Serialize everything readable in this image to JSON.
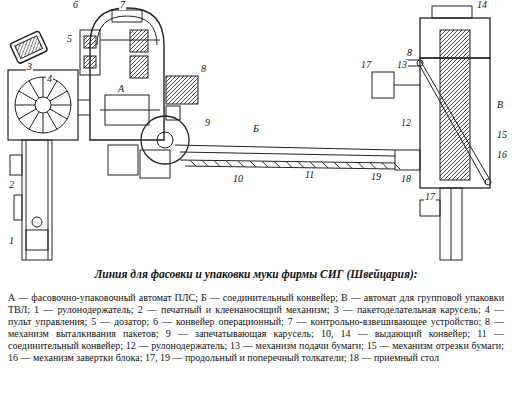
{
  "diagram": {
    "title": "Линия для фасовки и упаковки муки фирмы СИГ (Швейцария):",
    "caption": "А — фасовочно-упаковочный автомат ПЛС; Б — соединительный конвейер; В — автомат для групповой упаковки ТВЛ; 1 — рулонодержатель; 2 — печатный и клеенаносящий механизм; 3 — пакетоделательная карусель; 4 — пульт управления; 5 — дозатор; 6 — конвейер операционный; 7 — контрольно-взвешивающее устройство; 8 — механизм выталкивания пакетов; 9 — запечатывающая карусель; 10, 14 — выдающий конвейер; 11 — соединительный конвейер; 12 — рулонодержатель; 13 — механизм подачи бумаги; 15 — механизм отрезки бумаги; 16 — механизм завертки блока; 17, 19 — продольный и поперечный толкатели; 18 — приемный стол",
    "labels": [
      "3",
      "4",
      "6",
      "7",
      "5",
      "А",
      "8",
      "9",
      "Б",
      "10",
      "11",
      "14",
      "8",
      "13",
      "17",
      "12",
      "В",
      "16",
      "15",
      "18",
      "19",
      "17",
      "2",
      "1"
    ]
  }
}
